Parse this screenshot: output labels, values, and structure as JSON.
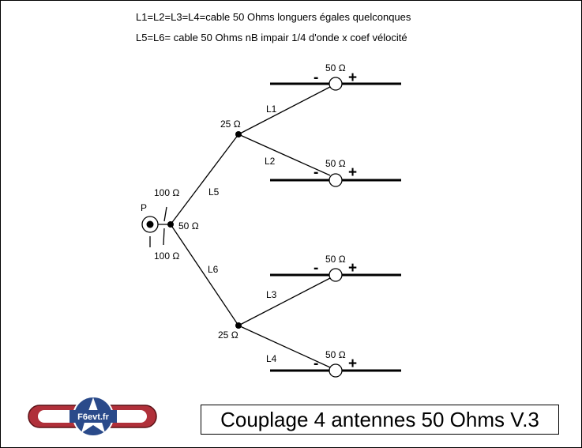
{
  "notes": {
    "line1": "L1=L2=L3=L4=cable 50 Ohms longuers égales quelconques",
    "line2": "L5=L6= cable 50 Ohms nB impair 1/4 d'onde x coef vélocité"
  },
  "labels": {
    "L1": "L1",
    "L2": "L2",
    "L3": "L3",
    "L4": "L4",
    "L5": "L5",
    "L6": "L6",
    "P": "P",
    "node_top": "25",
    "node_bottom": "25",
    "center": "50",
    "p_upper": "100",
    "p_lower": "100",
    "ant1": "50",
    "ant2": "50",
    "ant3": "50",
    "ant4": "50"
  },
  "signs": {
    "minus": "-",
    "plus": "+"
  },
  "logo": {
    "text": "F6evt.fr",
    "pill_color": "#b0303a",
    "star_color": "#ffffff",
    "disc_color": "#2a4a8a"
  },
  "title": "Couplage 4 antennes 50 Ohms V.3"
}
